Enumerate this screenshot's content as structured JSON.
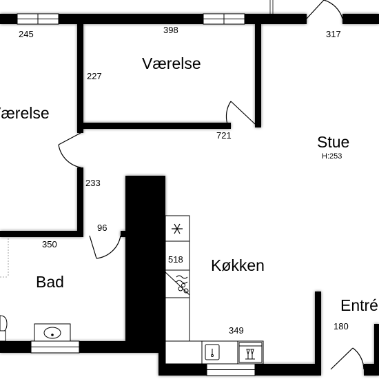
{
  "plan": {
    "rooms": {
      "vaerelse_top": "Værelse",
      "vaerelse_left": "Værelse",
      "stue": "Stue",
      "stue_height": "H:253",
      "bad": "Bad",
      "kokken": "Køkken",
      "entre": "Entré"
    },
    "dimensions": {
      "d245": "245",
      "d398": "398",
      "d317": "317",
      "d227": "227",
      "d721": "721",
      "d233": "233",
      "d96": "96",
      "d350": "350",
      "d518": "518",
      "d349": "349",
      "d180": "180"
    },
    "icons": [
      "freezer-icon",
      "stove-icon",
      "sink-icon",
      "dishwasher-icon",
      "toilet-icon",
      "washbasin-icon"
    ]
  }
}
